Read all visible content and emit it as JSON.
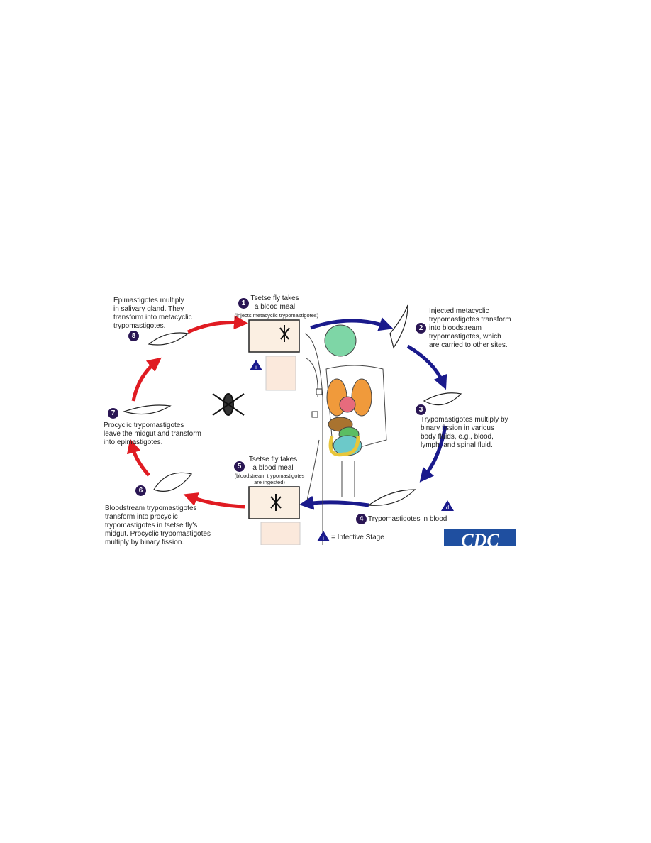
{
  "stages": [
    {
      "number": "1",
      "title": "Tsetse fly takes\na blood meal",
      "note": "(injects metacyclic trypomastigotes)"
    },
    {
      "number": "2",
      "text": "Injected metacyclic\ntrypomastigotes transform\ninto bloodstream\ntrypomastigotes, which\nare carried to other sites."
    },
    {
      "number": "3",
      "text": "Trypomastigotes multiply by\nbinary fission in various\nbody fluids, e.g., blood,\nlymph, and spinal fluid."
    },
    {
      "number": "4",
      "text": "Trypomastigotes in blood"
    },
    {
      "number": "5",
      "title": "Tsetse fly takes\na blood meal",
      "note": "(bloodstream trypomastigotes\nare ingested)"
    },
    {
      "number": "6",
      "text": "Bloodstream trypomastigotes\ntransform into procyclic\ntrypomastigotes in tsetse fly's\nmidgut. Procyclic trypomastigotes\nmultiply by binary fission."
    },
    {
      "number": "7",
      "text": "Procyclic trypomastigotes\nleave the midgut and transform\ninto epimastigotes."
    },
    {
      "number": "8",
      "text": "Epimastigotes multiply\nin salivary gland. They\ntransform into metacyclic\ntrypomastigotes."
    }
  ],
  "legend": {
    "infective_symbol": "i",
    "infective_label": "= Infective Stage",
    "diagnostic_symbol": "d"
  },
  "logo": "CDC",
  "colors": {
    "vector_arrows": "#e01b22",
    "host_arrows": "#1a1a8c",
    "badge": "#2a1654",
    "logo": "#1f4fa0"
  }
}
